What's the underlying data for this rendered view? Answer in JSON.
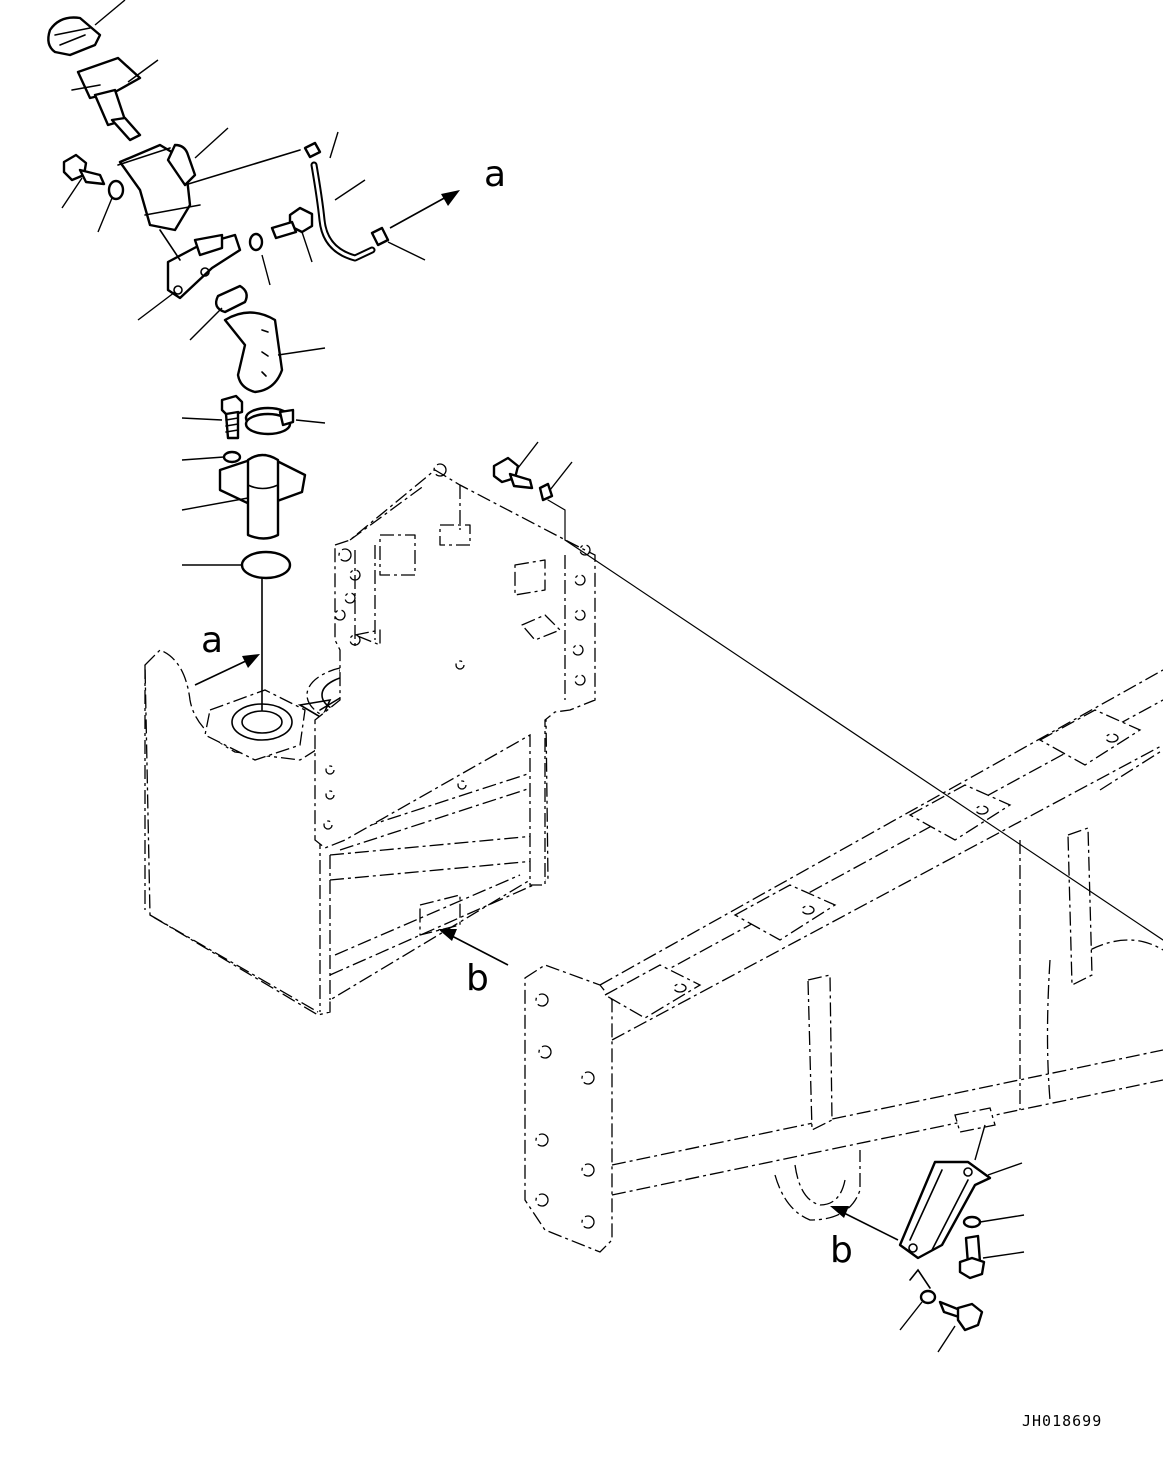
{
  "labels": {
    "view_a": "a",
    "view_b": "b"
  },
  "drawing_code": "JH018699",
  "colors": {
    "line": "#000000",
    "background": "#ffffff"
  }
}
